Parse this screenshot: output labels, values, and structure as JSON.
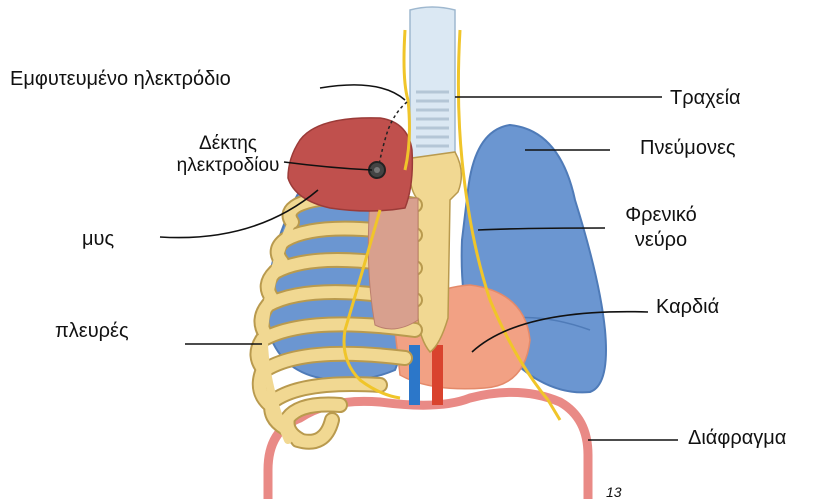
{
  "labels": {
    "implanted_electrode": "Εμφυτευμένο ηλεκτρόδιο",
    "receiver_line1": "Δέκτης",
    "receiver_line2": "ηλεκτροδίου",
    "muscle": "μυς",
    "ribs": "πλευρές",
    "trachea": "Τραχεία",
    "lungs": "Πνεύμονες",
    "phrenic_line1": "Φρενικό",
    "phrenic_line2": "νεύρο",
    "heart": "Καρδιά",
    "diaphragm": "Διάφραγμα"
  },
  "page_number": "13",
  "colors": {
    "lung": "#6b96d1",
    "lung_edge": "#4f7bb8",
    "muscle": "#c0504d",
    "bone": "#f1d892",
    "bone_edge": "#b99a4e",
    "nerve": "#f0c52a",
    "heart": "#f2a184",
    "diaphragm": "#e98a86",
    "vessel_blue": "#2c77c9",
    "vessel_red": "#d9432e",
    "line": "#111111"
  }
}
